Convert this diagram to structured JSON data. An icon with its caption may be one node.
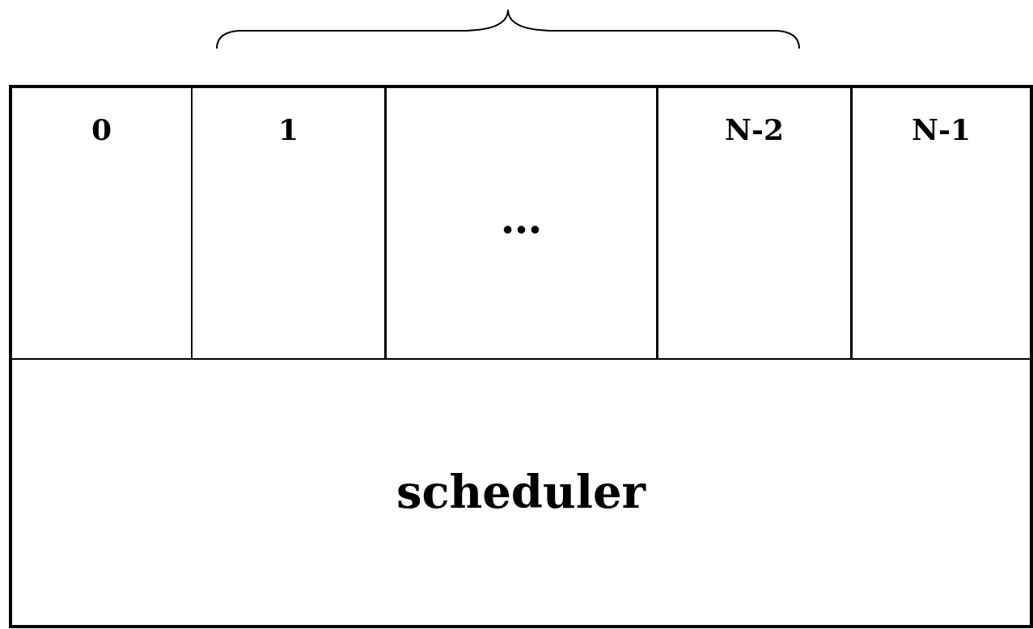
{
  "diagram": {
    "nodes": [
      {
        "text": [
          "0"
        ]
      },
      {
        "text": [
          "1"
        ]
      },
      {
        "text": [
          "…"
        ]
      },
      {
        "text": [
          "N-2"
        ]
      },
      {
        "text": [
          "N-1"
        ]
      },
      {
        "text": [
          "scheduler"
        ]
      }
    ]
  }
}
